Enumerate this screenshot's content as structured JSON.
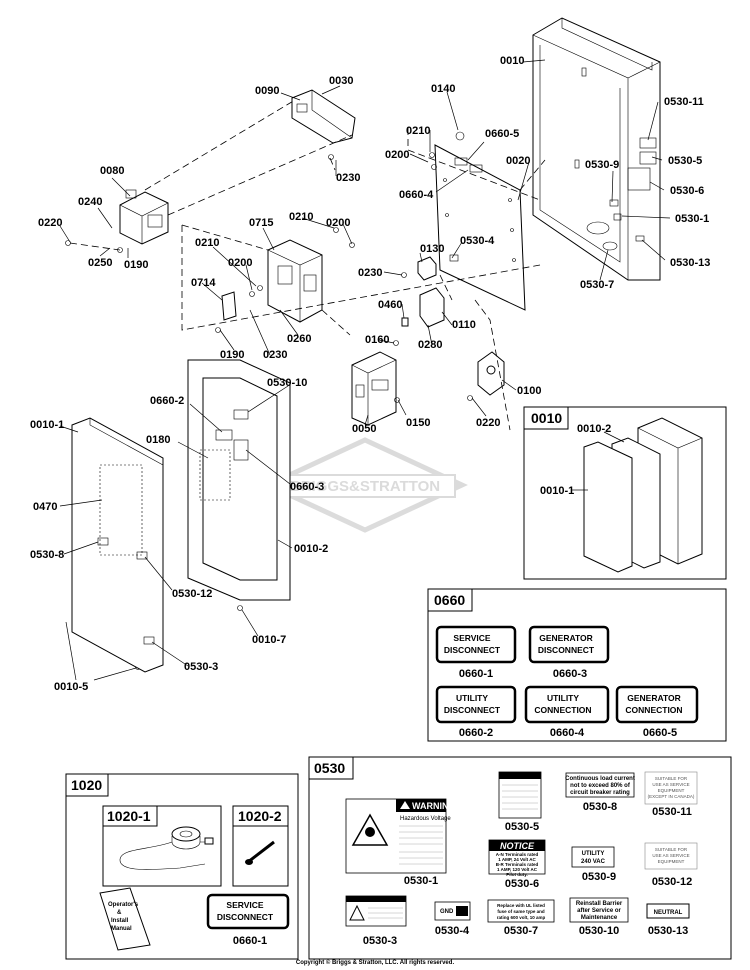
{
  "main_callouts": {
    "c0010": "0010",
    "c0090": "0090",
    "c0030": "0030",
    "c0140": "0140",
    "c0210a": "0210",
    "c0200a": "0200",
    "c0660_5": "0660-5",
    "c0020": "0020",
    "c0660_4": "0660-4",
    "c0530_11": "0530-11",
    "c0530_9": "0530-9",
    "c0530_5": "0530-5",
    "c0530_6": "0530-6",
    "c0530_1": "0530-1",
    "c0530_13": "0530-13",
    "c0530_7": "0530-7",
    "c0080": "0080",
    "c0230a": "0230",
    "c0240": "0240",
    "c0220a": "0220",
    "c0250": "0250",
    "c0190a": "0190",
    "c0715": "0715",
    "c0210b": "0210",
    "c0200b": "0200",
    "c0210c": "0210",
    "c0200c": "0200",
    "c0714": "0714",
    "c0130": "0130",
    "c0530_4": "0530-4",
    "c0230b": "0230",
    "c0460": "0460",
    "c0110": "0110",
    "c0280": "0280",
    "c0190b": "0190",
    "c0230c": "0230",
    "c0260": "0260",
    "c0160": "0160",
    "c0100": "0100",
    "c0050": "0050",
    "c0150": "0150",
    "c0220b": "0220",
    "c0530_10": "0530-10",
    "c0660_2": "0660-2",
    "c0180": "0180",
    "c0660_3": "0660-3",
    "c0010_1": "0010-1",
    "c0470": "0470",
    "c0530_8": "0530-8",
    "c0530_12": "0530-12",
    "c0010_2": "0010-2",
    "c0010_7": "0010-7",
    "c0530_3": "0530-3",
    "c0010_5": "0010-5"
  },
  "watermark": "BRIGGS&STRATTON",
  "box_0010": {
    "title": "0010",
    "c_0010_2": "0010-2",
    "c_0010_1": "0010-1"
  },
  "box_0660": {
    "title": "0660",
    "labels": [
      {
        "line1": "SERVICE",
        "line2": "DISCONNECT",
        "code": "0660-1"
      },
      {
        "line1": "GENERATOR",
        "line2": "DISCONNECT",
        "code": "0660-3"
      },
      {
        "line1": "UTILITY",
        "line2": "DISCONNECT",
        "code": "0660-2"
      },
      {
        "line1": "UTILITY",
        "line2": "CONNECTION",
        "code": "0660-4"
      },
      {
        "line1": "GENERATOR",
        "line2": "CONNECTION",
        "code": "0660-5"
      }
    ]
  },
  "box_1020": {
    "title": "1020",
    "sub1": "1020-1",
    "sub2": "1020-2",
    "manual": [
      "Operator's",
      "&",
      "Install",
      "Manual"
    ],
    "label_line1": "SERVICE",
    "label_line2": "DISCONNECT",
    "label_code": "0660-1"
  },
  "box_0530": {
    "title": "0530",
    "warning_header": "WARNING",
    "warning_sub": "Hazardous Voltage",
    "warning_code": "0530-1",
    "code_5": "0530-5",
    "notice_header": "NOTICE",
    "notice_lines": [
      "A-N Terminals rated",
      "1 AMP, 24 Volt AC",
      "B-R Terminals rated",
      "1 AMP, 120 Volt AC",
      "Pilot duty."
    ],
    "code_6": "0530-6",
    "cont_lines": [
      "Continuous load current",
      "not to exceed 80% of",
      "circuit breaker rating"
    ],
    "code_8": "0530-8",
    "suitable1_lines": [
      "SUITABLE FOR",
      "USE AS SERVICE",
      "EQUIPMENT",
      "(EXCEPT IN CANADA)"
    ],
    "code_11": "0530-11",
    "utility_lines": [
      "UTILITY",
      "240 VAC"
    ],
    "code_9": "0530-9",
    "suitable2_lines": [
      "SUITABLE FOR",
      "USE AS SERVICE",
      "EQUIPMENT"
    ],
    "code_12": "0530-12",
    "code_3": "0530-3",
    "gnd": "GND",
    "code_4": "0530-4",
    "ul_lines": [
      "Replace with UL listed",
      "fuse of same type and",
      "rating 600 volt, 10 amp"
    ],
    "code_7": "0530-7",
    "barrier_lines": [
      "Reinstall Barrier",
      "after Service or",
      "Maintenance"
    ],
    "code_10": "0530-10",
    "neutral": "NEUTRAL",
    "code_13": "0530-13"
  },
  "copyright": "Copyright © Briggs & Stratton, LLC. All rights reserved."
}
